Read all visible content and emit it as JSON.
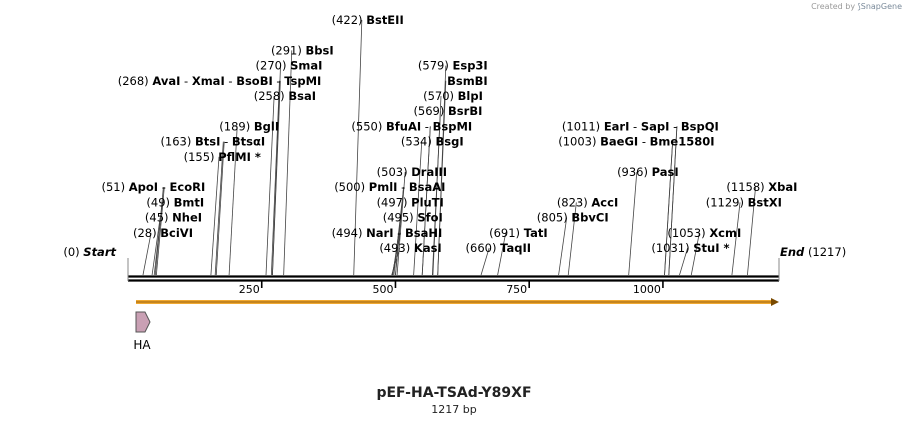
{
  "credit": {
    "prefix": "Created by",
    "brand": "SnapGene"
  },
  "title": "pEF-HA-TSAd-Y89XF",
  "length_label": "1217 bp",
  "sequence_length": 1217,
  "start_label": {
    "pos": "(0)",
    "name": "Start"
  },
  "end_label": {
    "name": "End",
    "pos": "(1217)"
  },
  "axis_ticks": [
    250,
    500,
    750,
    1000
  ],
  "feature": {
    "name": "HA",
    "color": "#c9a0b4"
  },
  "orf_color": "#f0a830",
  "labels": [
    {
      "parts": [
        {
          "pos": "(28)",
          "name": "BciVI"
        }
      ],
      "sites": [
        28
      ],
      "row": 5
    },
    {
      "parts": [
        {
          "pos": "(45)",
          "name": "NheI"
        }
      ],
      "sites": [
        45
      ],
      "row": 4
    },
    {
      "parts": [
        {
          "pos": "(49)",
          "name": "BmtI"
        }
      ],
      "sites": [
        49
      ],
      "row": 3
    },
    {
      "parts": [
        {
          "pos": "(51)",
          "name": "ApoI"
        },
        {
          "name": "EcoRI"
        }
      ],
      "sites": [
        51,
        53
      ],
      "row": 2
    },
    {
      "parts": [
        {
          "pos": "(155)",
          "name": "PflMI *"
        }
      ],
      "sites": [
        155
      ],
      "row": 0
    },
    {
      "parts": [
        {
          "pos": "(163)",
          "name": "BtsI"
        },
        {
          "name": "BtsαI"
        }
      ],
      "sites": [
        163,
        165
      ],
      "row": -1
    },
    {
      "parts": [
        {
          "pos": "(189)",
          "name": "BglI"
        }
      ],
      "sites": [
        189
      ],
      "row": -2
    },
    {
      "parts": [
        {
          "pos": "(258)",
          "name": "BsaI"
        }
      ],
      "sites": [
        258
      ],
      "row": -4
    },
    {
      "parts": [
        {
          "pos": "(268)",
          "name": "AvaI"
        },
        {
          "name": "XmaI"
        },
        {
          "name": "BsoBI"
        },
        {
          "name": "TspMI"
        }
      ],
      "sites": [
        268,
        270
      ],
      "row": -5
    },
    {
      "parts": [
        {
          "pos": "(270)",
          "name": "SmaI"
        }
      ],
      "sites": [
        270
      ],
      "row": -6
    },
    {
      "parts": [
        {
          "pos": "(291)",
          "name": "BbsI"
        }
      ],
      "sites": [
        291
      ],
      "row": -7
    },
    {
      "parts": [
        {
          "pos": "(422)",
          "name": "BstEII"
        }
      ],
      "sites": [
        422
      ],
      "row": -9
    },
    {
      "parts": [
        {
          "pos": "(493)",
          "name": "KasI"
        }
      ],
      "sites": [
        493
      ],
      "row": 6
    },
    {
      "parts": [
        {
          "pos": "(494)",
          "name": "NarI"
        },
        {
          "name": "BsaHI"
        }
      ],
      "sites": [
        494,
        494
      ],
      "row": 5
    },
    {
      "parts": [
        {
          "pos": "(495)",
          "name": "SfoI"
        }
      ],
      "sites": [
        495
      ],
      "row": 4
    },
    {
      "parts": [
        {
          "pos": "(497)",
          "name": "PluTI"
        }
      ],
      "sites": [
        497
      ],
      "row": 3
    },
    {
      "parts": [
        {
          "pos": "(500)",
          "name": "PmlI"
        },
        {
          "name": "BsaAI"
        }
      ],
      "sites": [
        500,
        500
      ],
      "row": 2
    },
    {
      "parts": [
        {
          "pos": "(503)",
          "name": "DraIII"
        }
      ],
      "sites": [
        503
      ],
      "row": 1
    },
    {
      "parts": [
        {
          "pos": "(534)",
          "name": "BsgI"
        }
      ],
      "sites": [
        534
      ],
      "row": -1
    },
    {
      "parts": [
        {
          "pos": "(550)",
          "name": "BfuAI"
        },
        {
          "name": "BspMI"
        }
      ],
      "sites": [
        550,
        550
      ],
      "row": -2
    },
    {
      "parts": [
        {
          "pos": "(569)",
          "name": "BsrBI"
        }
      ],
      "sites": [
        569
      ],
      "row": -3
    },
    {
      "parts": [
        {
          "pos": "(570)",
          "name": "BlpI"
        }
      ],
      "sites": [
        570
      ],
      "row": -4
    },
    {
      "parts": [
        {
          "pos": "",
          "name": "BsmBI"
        }
      ],
      "sites": [
        579
      ],
      "row": -5
    },
    {
      "parts": [
        {
          "pos": "(579)",
          "name": "Esp3I"
        }
      ],
      "sites": [
        579
      ],
      "row": -6
    },
    {
      "parts": [
        {
          "pos": "(660)",
          "name": "TaqII"
        }
      ],
      "sites": [
        660
      ],
      "row": 6
    },
    {
      "parts": [
        {
          "pos": "(691)",
          "name": "TatI"
        }
      ],
      "sites": [
        691
      ],
      "row": 5
    },
    {
      "parts": [
        {
          "pos": "(805)",
          "name": "BbvCI"
        }
      ],
      "sites": [
        805
      ],
      "row": 4
    },
    {
      "parts": [
        {
          "pos": "(823)",
          "name": "AccI"
        }
      ],
      "sites": [
        823
      ],
      "row": 3
    },
    {
      "parts": [
        {
          "pos": "(936)",
          "name": "PasI"
        }
      ],
      "sites": [
        936
      ],
      "row": 1
    },
    {
      "parts": [
        {
          "pos": "(1003)",
          "name": "BaeGI"
        },
        {
          "name": "Bme1580I"
        }
      ],
      "sites": [
        1003,
        1003
      ],
      "row": -1
    },
    {
      "parts": [
        {
          "pos": "(1011)",
          "name": "EarI"
        },
        {
          "name": "SapI"
        },
        {
          "name": "BspQI"
        }
      ],
      "sites": [
        1011,
        1011
      ],
      "row": -2
    },
    {
      "parts": [
        {
          "pos": "(1031)",
          "name": "StuI *"
        }
      ],
      "sites": [
        1031
      ],
      "row": 6
    },
    {
      "parts": [
        {
          "pos": "(1053)",
          "name": "XcmI"
        }
      ],
      "sites": [
        1053
      ],
      "row": 5
    },
    {
      "parts": [
        {
          "pos": "(1129)",
          "name": "BstXI"
        }
      ],
      "sites": [
        1129
      ],
      "row": 3
    },
    {
      "parts": [
        {
          "pos": "(1158)",
          "name": "XbaI"
        }
      ],
      "sites": [
        1158
      ],
      "row": 2
    }
  ]
}
